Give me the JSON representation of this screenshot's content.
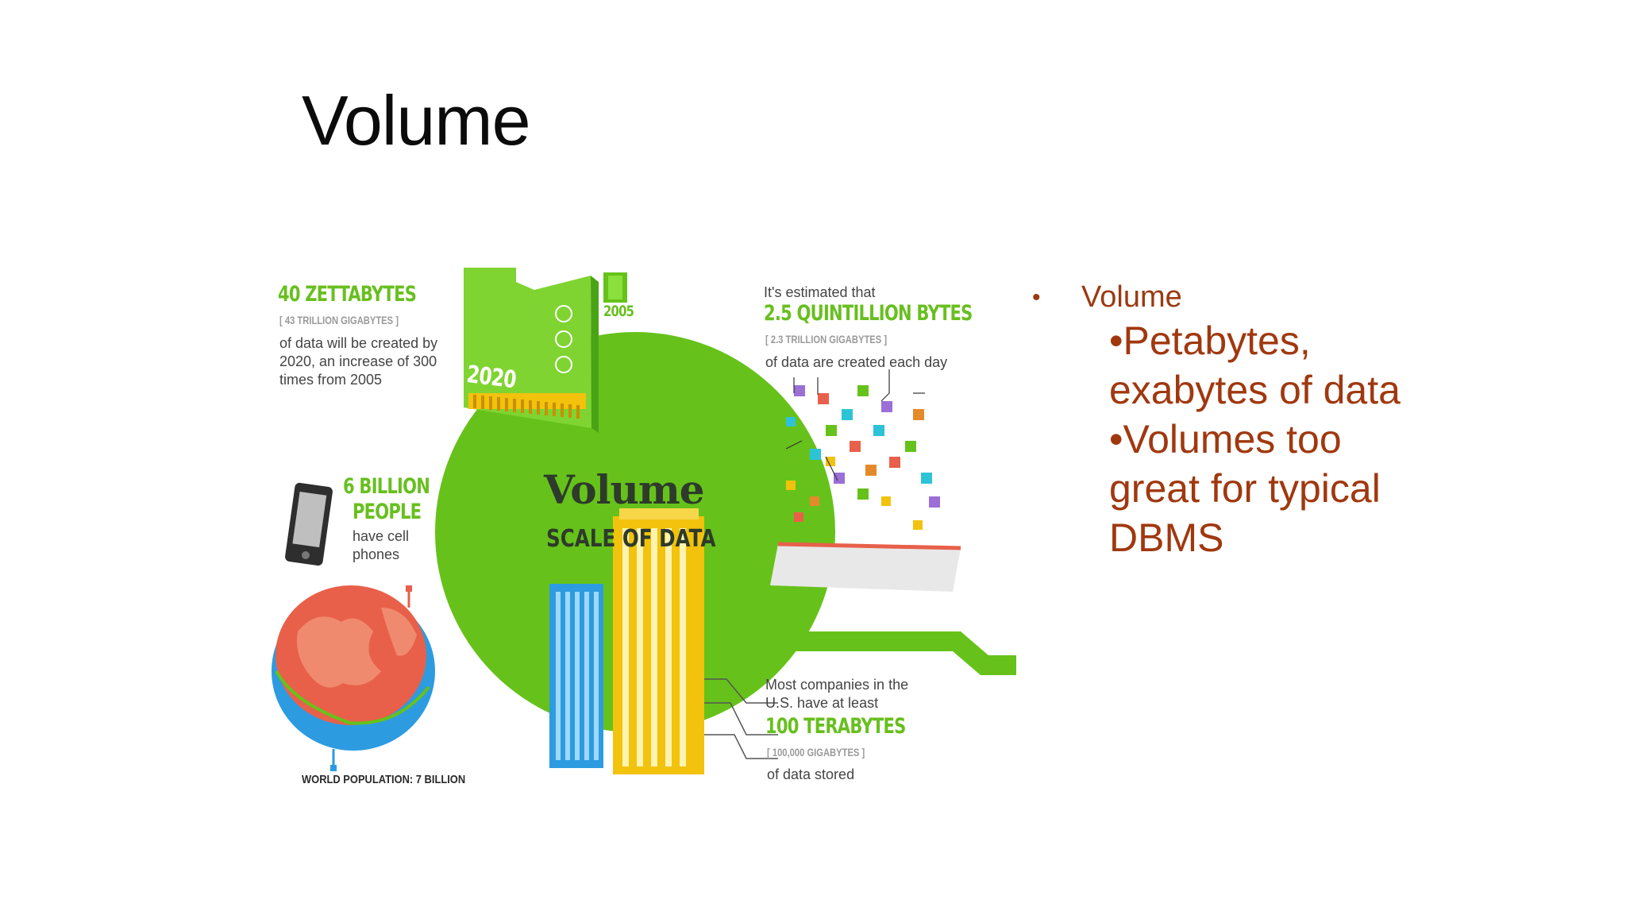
{
  "slide": {
    "title": "Volume"
  },
  "infographic": {
    "center_title": "Volume",
    "center_subtitle": "SCALE OF DATA",
    "year_2020": "2020",
    "year_2005": "2005",
    "zettabytes": {
      "headline": "40 ZETTABYTES",
      "bracket": "[ 43 TRILLION GIGABYTES ]",
      "line1": "of data will be created by",
      "line2": "2020, an increase of 300",
      "line3": "times from 2005"
    },
    "quintillion": {
      "intro": "It's estimated that",
      "headline": "2.5 QUINTILLION BYTES",
      "bracket": "[ 2.3 TRILLION GIGABYTES ]",
      "line1": "of data are created each day"
    },
    "people": {
      "headline1": "6 BILLION",
      "headline2": "PEOPLE",
      "line1": "have cell",
      "line2": "phones"
    },
    "world_population": "WORLD POPULATION: 7 BILLION",
    "terabytes": {
      "line1": "Most companies in the",
      "line2": "U.S. have at least",
      "headline": "100 TERABYTES",
      "bracket": "[ 100,000 GIGABYTES ]",
      "line3": "of data stored"
    },
    "colors": {
      "green": "#66c21a",
      "dark_green": "#4aa316",
      "earth_land": "#e8604a",
      "earth_ocean": "#2d9be0"
    }
  },
  "bullets": {
    "level1_marker": "•",
    "level1": "Volume",
    "level2_a_line1": "•Petabytes,",
    "level2_a_line2": "exabytes of data",
    "level2_b_line1": "•Volumes too",
    "level2_b_line2": "great for typical",
    "level2_b_line3": "DBMS"
  }
}
